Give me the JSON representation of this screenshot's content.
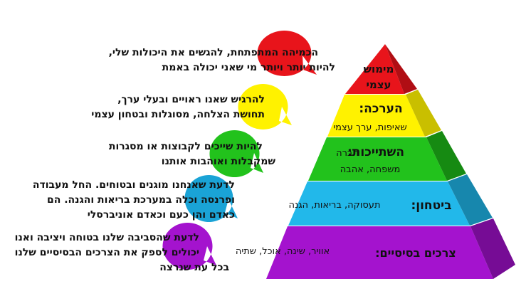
{
  "pyramid": {
    "levels": [
      {
        "title": "מימוש",
        "subtitle": "עצמי",
        "color": "#e8141b",
        "side": "#b00e14"
      },
      {
        "title": "הערכה:",
        "subtitle": "שאיפות, ערך עצמי",
        "color": "#fff200",
        "side": "#c9bf00"
      },
      {
        "title": "השתייכות:",
        "subtitle": "חברה",
        "subtitle2": "משפחה, אהבה",
        "color": "#22c21c",
        "side": "#168a12"
      },
      {
        "title": "ביטחון:",
        "subtitle": "תעסוקה, בריאות, הגנה",
        "color": "#22b8ea",
        "side": "#1787ad"
      },
      {
        "title": "צרכים בסיסיים:",
        "subtitle": "אוויר, שינה, אוכל, שתיה",
        "color": "#a413ce",
        "side": "#760c95"
      }
    ]
  },
  "descriptions": [
    {
      "lines": [
        "הכמיהה המתפתחת, להגשים את היכולות שלי,",
        "להיות יותר ויותר מי שאני יכולה באמת"
      ],
      "bubble_color": "#e8141b"
    },
    {
      "lines": [
        "להרגיש שאנו ראויים ובעלי ערך,",
        "תחושת הצלחה, מסוגלות ובטחון עצמי"
      ],
      "bubble_color": "#fff200"
    },
    {
      "lines": [
        "להיות שייכים לקבוצות או מסגרות",
        "שמקבלות ואוהבות אותנו"
      ],
      "bubble_color": "#22c21c"
    },
    {
      "lines": [
        "לדעת שאנחנו מוגנים ובטוחים. החל מעבודה",
        "ופרנסה וכלה במערכת בריאות והגנה. הם",
        "כאדם והן כעם וכאדם אוניברסלי"
      ],
      "bubble_color": "#1aa3d6"
    },
    {
      "lines": [
        "לדעת שהסביבה שלנו בטוחה ויציבה ואנו",
        "יכולים לספק את הצרכים הבסיסיים שלנו",
        "בכל עת שנרצה"
      ],
      "bubble_color": "#a413ce"
    }
  ]
}
